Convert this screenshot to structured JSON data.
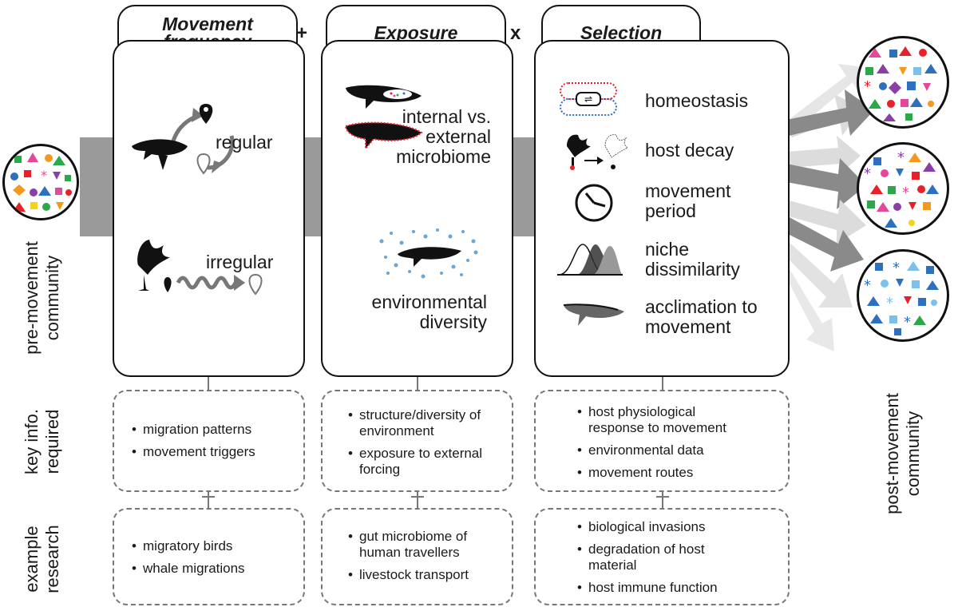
{
  "panels": {
    "movement": {
      "title": "Movement frequency",
      "regular": "regular",
      "irregular": "irregular"
    },
    "exposure": {
      "title": "Exposure",
      "internal": "internal vs. external microbiome",
      "environmental": "environmental diversity"
    },
    "selection": {
      "title": "Selection",
      "items": [
        "homeostasis",
        "host decay",
        "movement period",
        "niche dissimilarity",
        "acclimation to movement"
      ]
    }
  },
  "operators": {
    "plus": "+",
    "times": "x"
  },
  "row_labels": {
    "pre_movement": "pre-movement community",
    "key_info": "key info. required",
    "example": "example research",
    "post_movement": "post-movement community"
  },
  "key_info": {
    "movement": [
      "migration patterns",
      "movement triggers"
    ],
    "exposure": [
      "structure/diversity of environment",
      "exposure to external forcing"
    ],
    "selection": [
      "host physiological response to movement",
      "environmental data",
      "movement routes"
    ]
  },
  "example_research": {
    "movement": [
      "migratory birds",
      "whale migrations"
    ],
    "exposure": [
      "gut microbiome of human travellers",
      "livestock transport"
    ],
    "selection": [
      "biological invasions",
      "degradation of host material",
      "host immune function"
    ]
  },
  "colors": {
    "red": "#e8202a",
    "blue": "#2f6fc0",
    "green": "#2aa84a",
    "orange": "#f39a1e",
    "purple": "#8a3fa8",
    "pink": "#e6479a",
    "lightblue": "#7dc0ea",
    "yellow": "#f5d21b",
    "arrow_gray": "#8c8c8c"
  }
}
